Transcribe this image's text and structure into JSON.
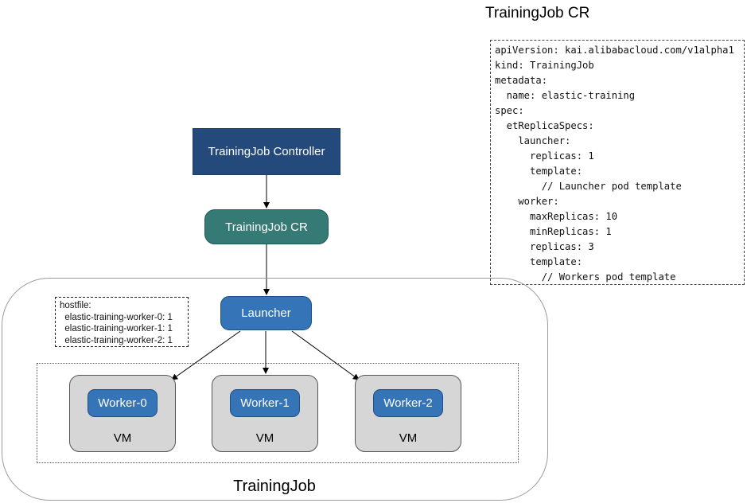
{
  "cr_title": "TrainingJob CR",
  "yaml_lines": [
    "apiVersion: kai.alibabacloud.com/v1alpha1",
    "kind: TrainingJob",
    "metadata:",
    "  name: elastic-training",
    "spec:",
    "  etReplicaSpecs:",
    "    launcher:",
    "      replicas: 1",
    "      template:",
    "        // Launcher pod template",
    "    worker:",
    "      maxReplicas: 10",
    "      minReplicas: 1",
    "      replicas: 3",
    "      template:",
    "        // Workers pod template"
  ],
  "nodes": {
    "controller": "TrainingJob Controller",
    "cr": "TrainingJob CR",
    "launcher": "Launcher"
  },
  "hostfile_lines": [
    "hostfile:",
    "  elastic-training-worker-0: 1",
    "  elastic-training-worker-1: 1",
    "  elastic-training-worker-2: 1"
  ],
  "workers": [
    {
      "label": "Worker-0",
      "vm": "VM"
    },
    {
      "label": "Worker-1",
      "vm": "VM"
    },
    {
      "label": "Worker-2",
      "vm": "VM"
    }
  ],
  "container_label": "TrainingJob",
  "colors": {
    "controller": "#244a7c",
    "cr": "#357a74",
    "launcher": "#3574b6",
    "worker": "#3574b6",
    "vm": "#d6d6d6"
  }
}
